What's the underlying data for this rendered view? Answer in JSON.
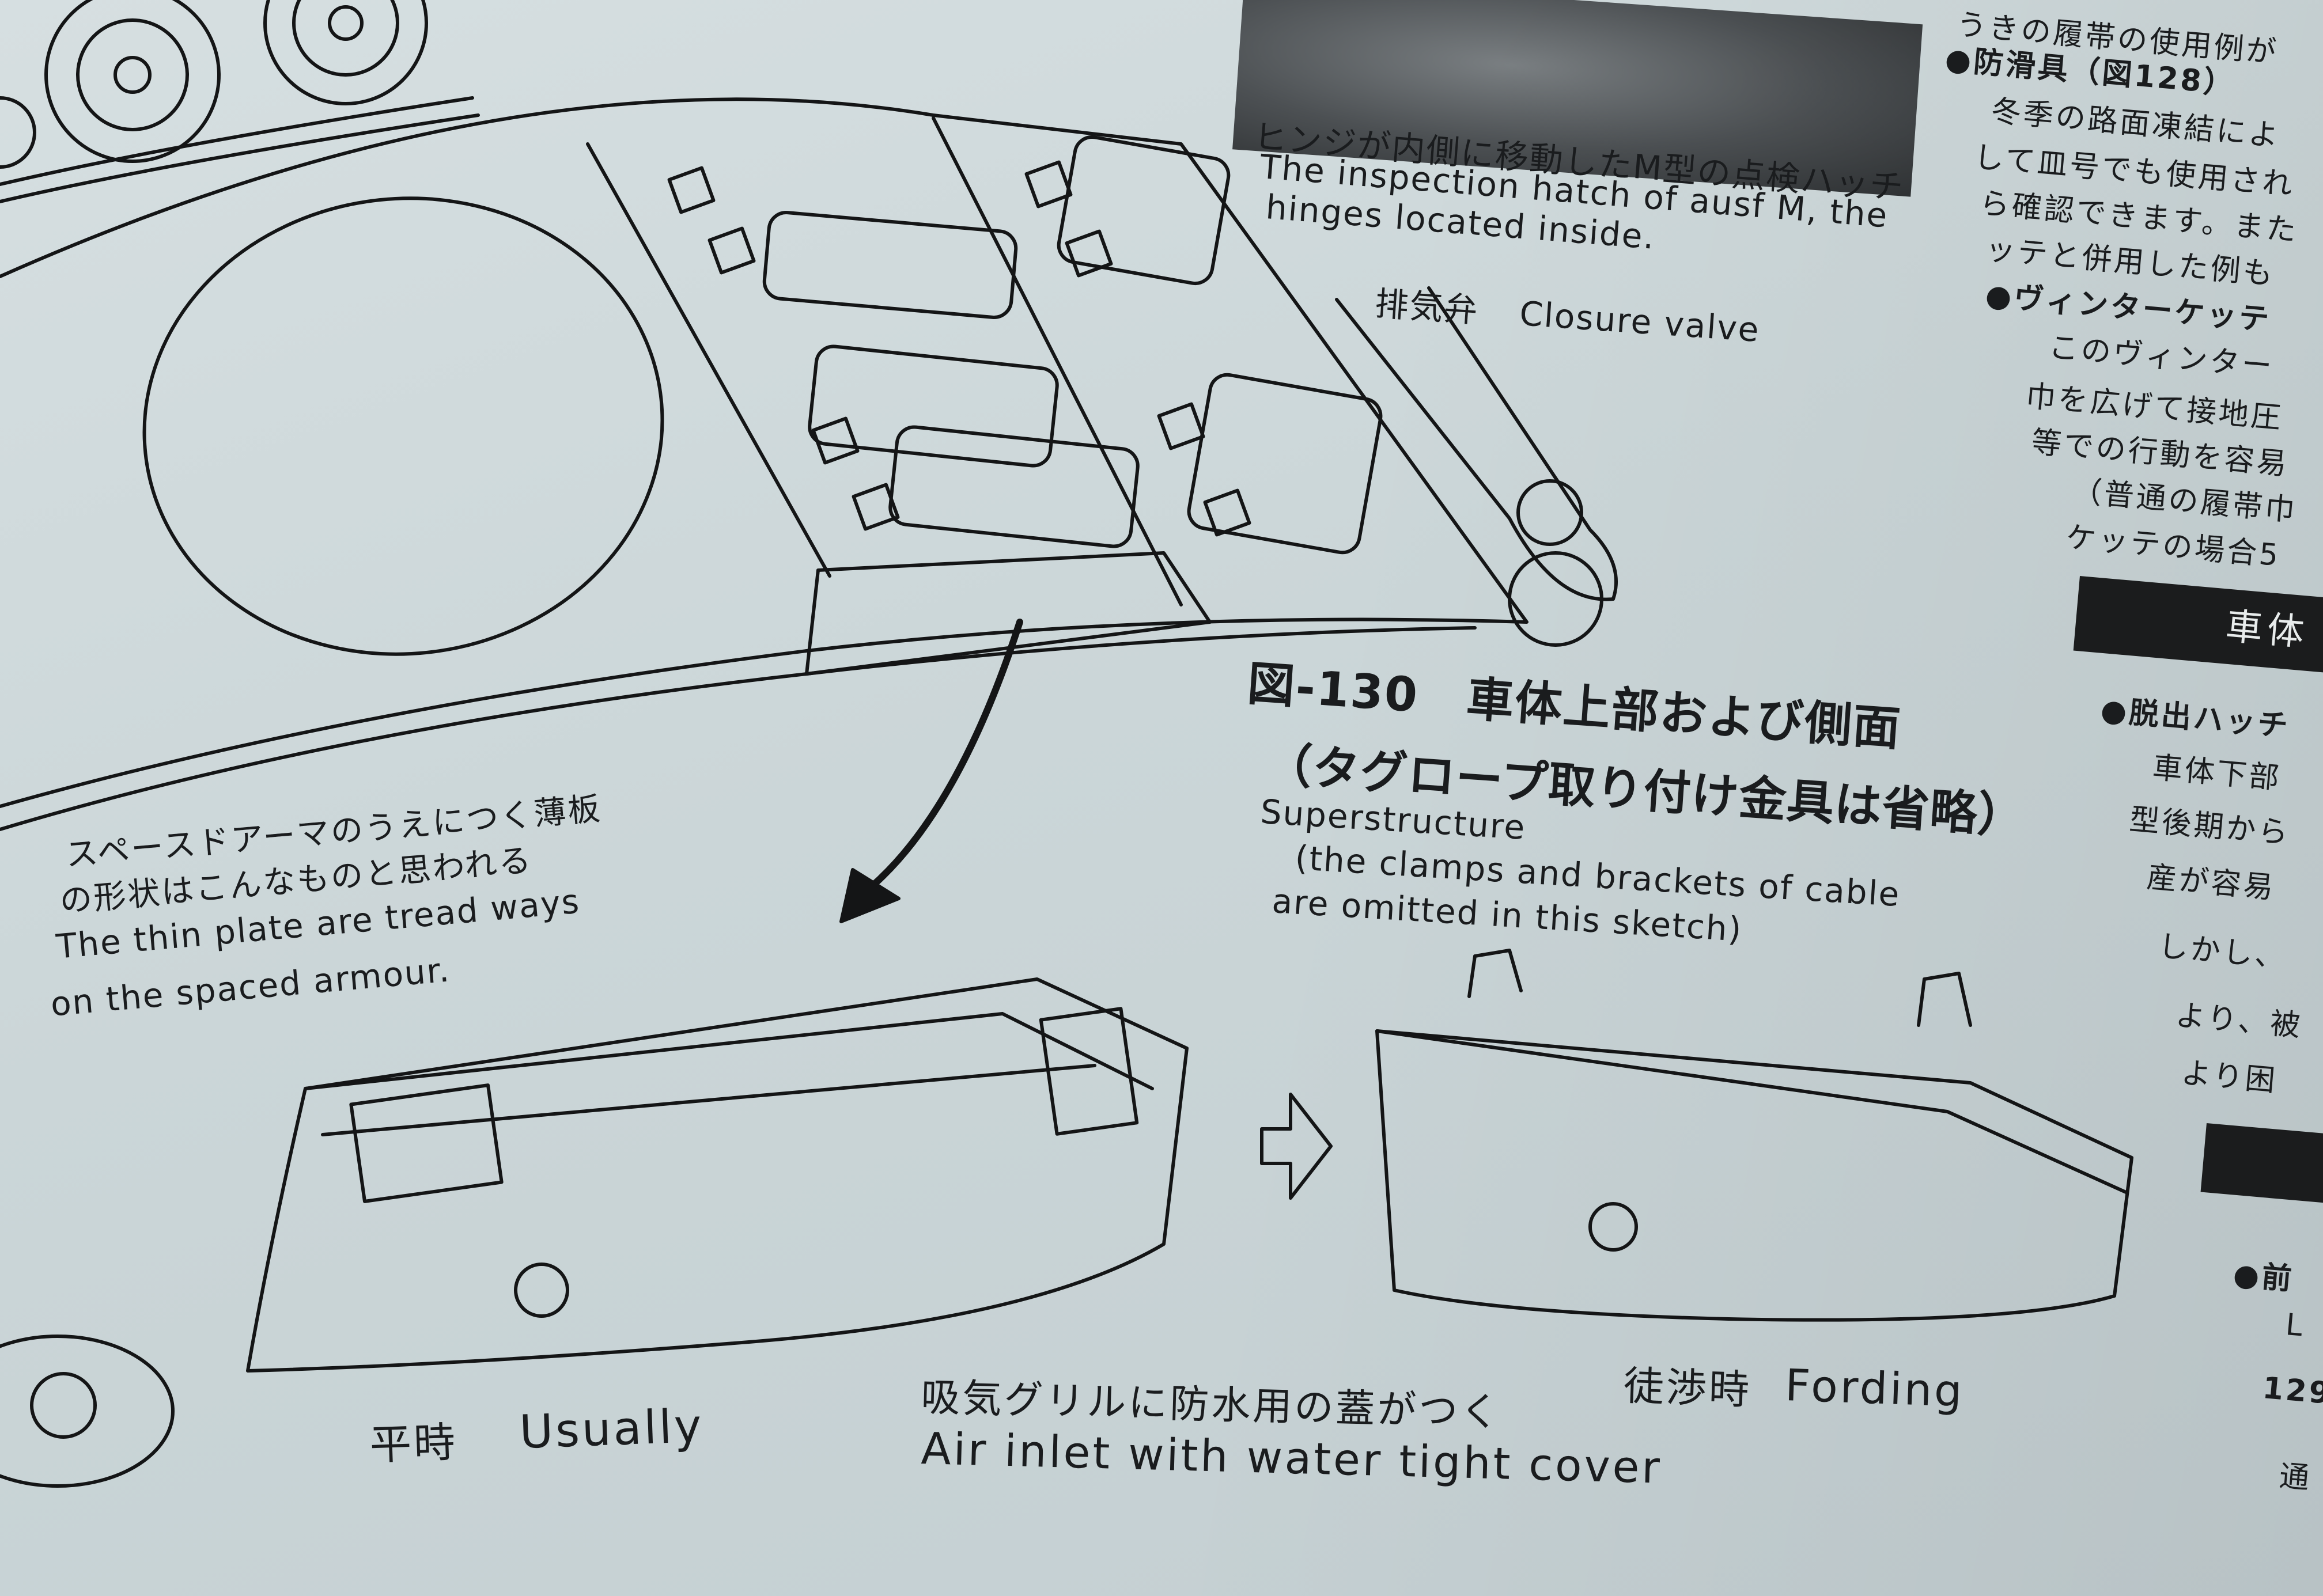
{
  "figure": {
    "number_title": "図-130　車体上部および側面",
    "title_ja_2": "（タグロープ取り付け金具は省略）",
    "title_en_1": "Superstructure",
    "title_en_2": "(the clamps and brackets of cable",
    "title_en_3": "are omitted in this sketch)"
  },
  "photo_caption": {
    "ja": "ヒンジが内側に移動したM型の点検ハッチ",
    "en_1": "The inspection hatch of ausf M, the",
    "en_2": "hinges located inside."
  },
  "valve_label": {
    "ja": "排気弁",
    "en": "Closure valve"
  },
  "plate_note": {
    "ja_1": "スペースドアーマのうえにつく薄板",
    "ja_2": "の形状はこんなものと思われる",
    "en_1": "The thin plate are tread ways",
    "en_2": "on the spaced armour."
  },
  "usually_label": {
    "ja": "平時",
    "en": "Usually"
  },
  "fording_label": {
    "ja": "徒渉時",
    "en": "Fording"
  },
  "air_inlet_note": {
    "ja": "吸気グリルに防水用の蓋がつく",
    "en": "Air inlet with water tight cover"
  },
  "right_column": {
    "lines": [
      "うきの履帯の使用例が",
      "●防滑具（図128）",
      "冬季の路面凍結によ",
      "して皿号でも使用され",
      "ら確認できます。また",
      "ッテと併用した例も",
      "●ヴィンターケッテ",
      "このヴィンター",
      "巾を広げて接地圧",
      "等での行動を容易",
      "（普通の履帯巾",
      "ケッテの場合5"
    ],
    "section_bar_1": "車体",
    "lines_2": [
      "●脱出ハッチ",
      "車体下部",
      "型後期から",
      "産が容易",
      "しかし、",
      "より、被",
      "より困"
    ],
    "section_bar_2": "",
    "lines_3": [
      "●前",
      "L",
      "129",
      "通"
    ]
  }
}
